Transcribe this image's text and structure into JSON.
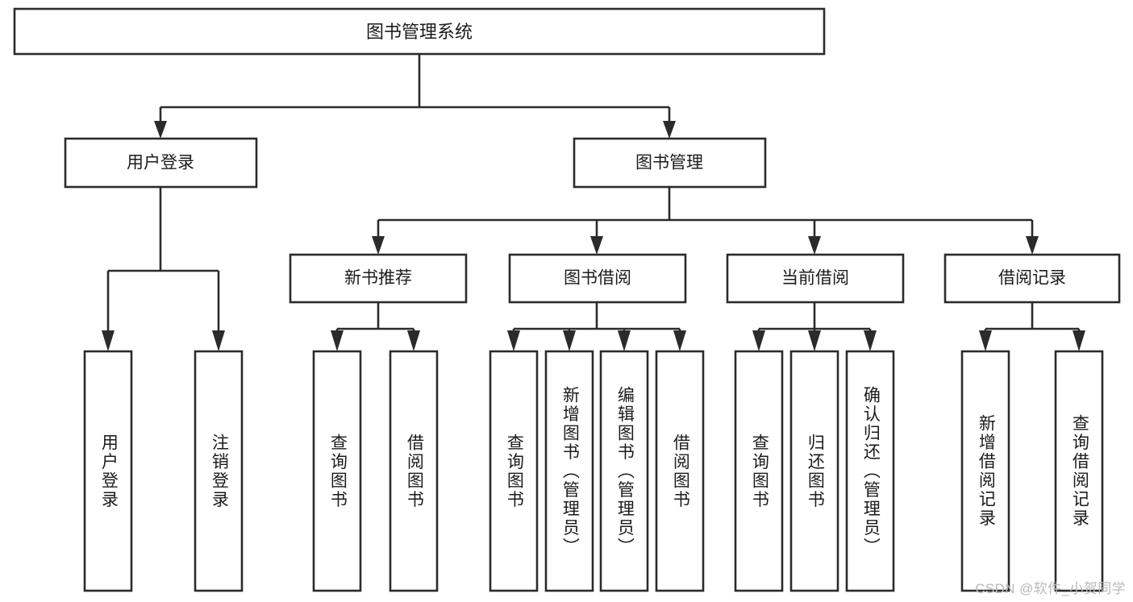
{
  "diagram": {
    "type": "tree-hierarchy-chart",
    "title": "图书管理系统",
    "root": {
      "id": "root",
      "label": "图书管理系统"
    },
    "level2": [
      {
        "id": "user-login",
        "label": "用户登录"
      },
      {
        "id": "book-manage",
        "label": "图书管理"
      }
    ],
    "level3": [
      {
        "id": "new-book-recommend",
        "label": "新书推荐",
        "parent": "book-manage"
      },
      {
        "id": "book-borrow",
        "label": "图书借阅",
        "parent": "book-manage"
      },
      {
        "id": "current-borrow",
        "label": "当前借阅",
        "parent": "book-manage"
      },
      {
        "id": "borrow-record",
        "label": "借阅记录",
        "parent": "book-manage"
      }
    ],
    "leaves": {
      "user-login": [
        {
          "id": "leaf-user-login",
          "label": "用户登录"
        },
        {
          "id": "leaf-logout",
          "label": "注销登录"
        }
      ],
      "new-book-recommend": [
        {
          "id": "leaf-query-book-1",
          "label": "查询图书"
        },
        {
          "id": "leaf-borrow-book-1",
          "label": "借阅图书"
        }
      ],
      "book-borrow": [
        {
          "id": "leaf-query-book-2",
          "label": "查询图书"
        },
        {
          "id": "leaf-add-book",
          "label": "新增图书（管理员）"
        },
        {
          "id": "leaf-edit-book",
          "label": "编辑图书（管理员）"
        },
        {
          "id": "leaf-borrow-book-2",
          "label": "借阅图书"
        }
      ],
      "current-borrow": [
        {
          "id": "leaf-query-book-3",
          "label": "查询图书"
        },
        {
          "id": "leaf-return-book",
          "label": "归还图书"
        },
        {
          "id": "leaf-confirm-return",
          "label": "确认归还（管理员）"
        }
      ],
      "borrow-record": [
        {
          "id": "leaf-add-record",
          "label": "新增借阅记录"
        },
        {
          "id": "leaf-query-record",
          "label": "查询借阅记录"
        }
      ]
    }
  },
  "watermark": {
    "text": "CSDN @软件_小贺同学"
  },
  "colors": {
    "stroke": "#2b2b2b",
    "box_fill": "#ffffff",
    "text": "#1b1b1b",
    "background": "#ffffff",
    "watermark": "#b9b9b9"
  }
}
